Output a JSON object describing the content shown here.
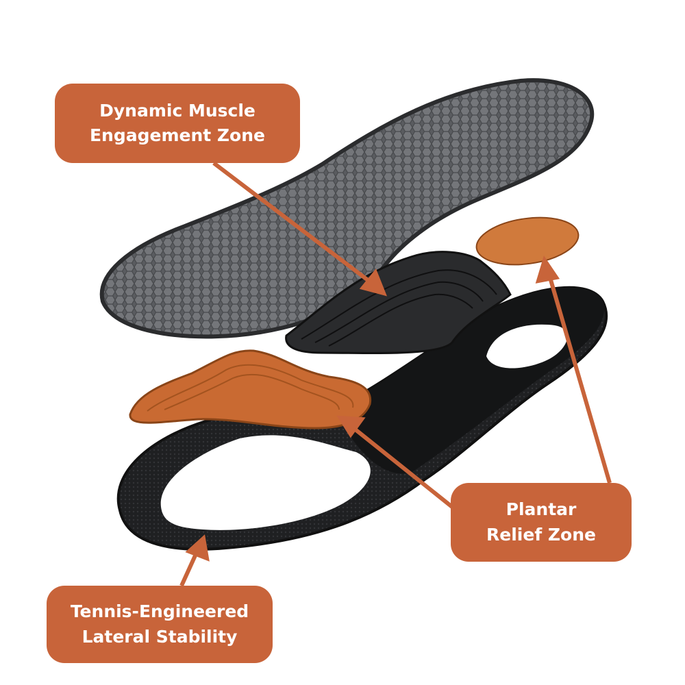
{
  "accent_color": "#C8643A",
  "callouts": {
    "dynamic_muscle": {
      "line1": "Dynamic Muscle",
      "line2": "Engagement Zone"
    },
    "plantar_relief": {
      "line1": "Plantar",
      "line2": "Relief Zone"
    },
    "lateral_stability": {
      "line1": "Tennis-Engineered",
      "line2": "Lateral Stability"
    }
  }
}
